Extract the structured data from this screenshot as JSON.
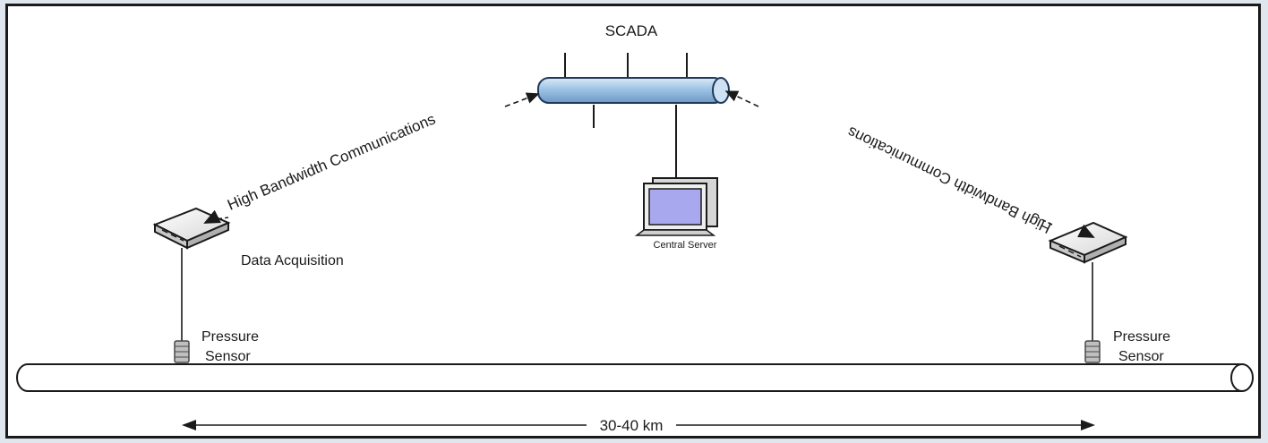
{
  "diagram": {
    "scada_label": "SCADA",
    "link_left_label": "High Bandwidth Communications",
    "link_right_label": "High Bandwidth Communications",
    "server_label": "Central Server",
    "acquisition_label": "Data Acquisition",
    "sensor_left_label": [
      "Pressure",
      "Sensor"
    ],
    "sensor_right_label": [
      "Pressure",
      "Sensor"
    ],
    "distance_label": "30-40 km"
  },
  "colors": {
    "bus_fill": "#9ec3e6",
    "bus_stroke": "#1f3a5a",
    "screen_fill": "#a8a8ee",
    "line": "#1a1a1a"
  }
}
